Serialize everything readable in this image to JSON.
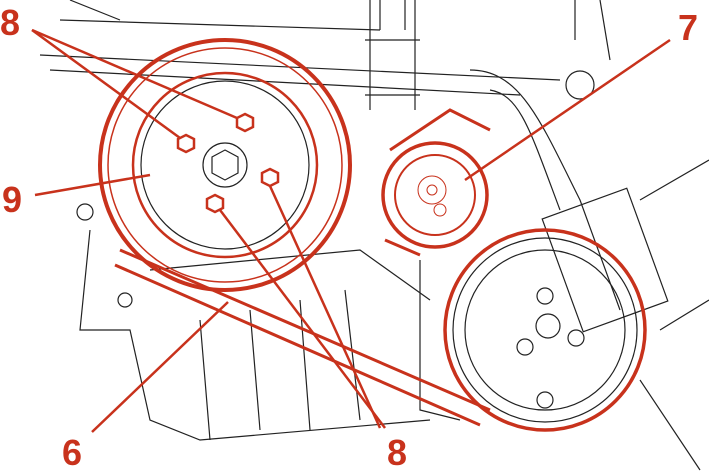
{
  "labels": {
    "bolts_top": "8",
    "pulley_crankshaft": "9",
    "pulley_tensioner": "7",
    "belt": "6",
    "bolts_bottom": "8"
  },
  "colors": {
    "callout": "#c8321c",
    "line": "#222222"
  }
}
